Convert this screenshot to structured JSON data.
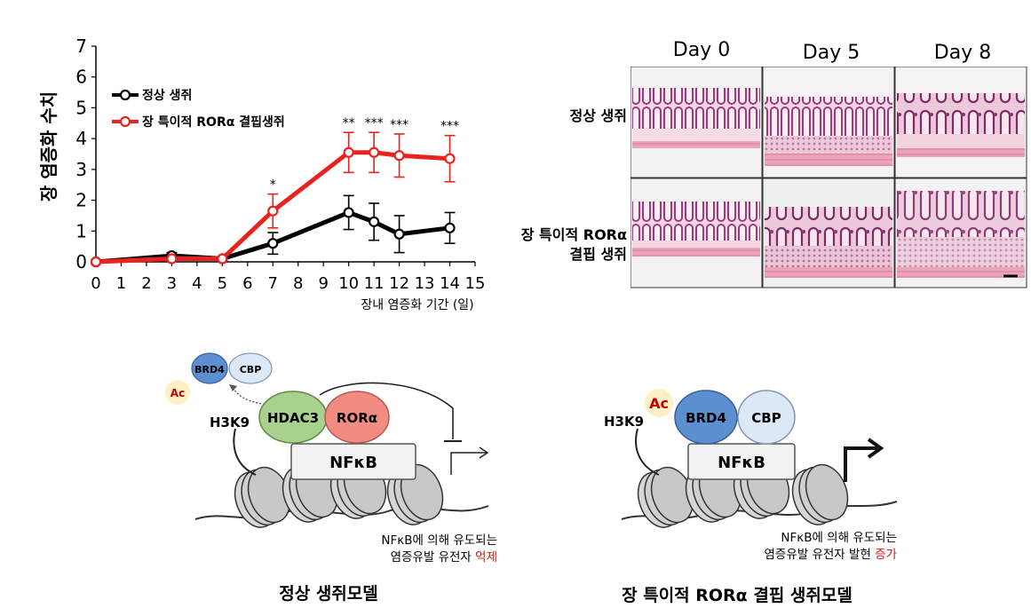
{
  "chart_data": {
    "type": "line",
    "ylabel": "장 염증화 수치",
    "xlabel": "장내 염증화 기간 (일)",
    "x_ticks": [
      "0",
      "1",
      "2",
      "3",
      "4",
      "5",
      "6",
      "7",
      "8",
      "9",
      "10",
      "11",
      "12",
      "13",
      "14",
      "15"
    ],
    "y_ticks": [
      "0",
      "1",
      "2",
      "3",
      "4",
      "5",
      "6",
      "7"
    ],
    "xlim": [
      0,
      15
    ],
    "ylim": [
      0,
      7
    ],
    "series": [
      {
        "name": "정상 생쥐",
        "color": "#000000",
        "x": [
          0,
          3,
          5,
          7,
          10,
          11,
          12,
          14
        ],
        "y": [
          0,
          0.2,
          0.1,
          0.6,
          1.6,
          1.3,
          0.9,
          1.1
        ],
        "err": [
          0,
          0.1,
          0.05,
          0.35,
          0.55,
          0.6,
          0.6,
          0.5
        ]
      },
      {
        "name": "장 특이적 RORα 결핍생쥐",
        "color": "#e8231f",
        "x": [
          0,
          3,
          5,
          7,
          10,
          11,
          12,
          14
        ],
        "y": [
          0,
          0.1,
          0.1,
          1.65,
          3.55,
          3.55,
          3.45,
          3.35
        ],
        "err": [
          0,
          0.05,
          0.05,
          0.55,
          0.65,
          0.65,
          0.7,
          0.75
        ]
      }
    ],
    "annotations": [
      {
        "x": 7,
        "text": "*"
      },
      {
        "x": 10,
        "text": "**"
      },
      {
        "x": 11,
        "text": "***"
      },
      {
        "x": 12,
        "text": "***"
      },
      {
        "x": 14,
        "text": "***"
      }
    ],
    "grid": false,
    "legend": "top-left"
  },
  "histology": {
    "days": [
      "Day 0",
      "Day 5",
      "Day 8"
    ],
    "rows": [
      {
        "label": "정상 생쥐"
      },
      {
        "label_line1": "장 특이적 RORα",
        "label_line2": "결핍 생쥐"
      }
    ]
  },
  "normal_model": {
    "title": "정상 생쥐모델",
    "ac": "Ac",
    "brd4": "BRD4",
    "cbp": "CBP",
    "h3k9": "H3K9",
    "hdac3": "HDAC3",
    "rora": "RORα",
    "nfkb": "NFκB",
    "caption_line1": "NFκB에 의해 유도되는",
    "caption_line2_prefix": "염증유발 유전자 ",
    "caption_line2_highlight": "억제"
  },
  "ko_model": {
    "title": "장 특이적 RORα 결핍 생쥐모델",
    "ac": "Ac",
    "brd4": "BRD4",
    "cbp": "CBP",
    "h3k9": "H3K9",
    "nfkb": "NFκB",
    "caption_line1": "NFκB에 의해 유도되는",
    "caption_line2_prefix": "염증유발 유전자 발현 ",
    "caption_line2_highlight": "증가"
  },
  "colors": {
    "normal_series": "#000000",
    "ko_series": "#e8231f",
    "brd4": "#5b8fcf",
    "cbp": "#dce8f6",
    "hdac3": "#a9d18e",
    "rora": "#f28b82",
    "ac_bubble": "#fdf0c4",
    "ac_text": "#c00000"
  }
}
